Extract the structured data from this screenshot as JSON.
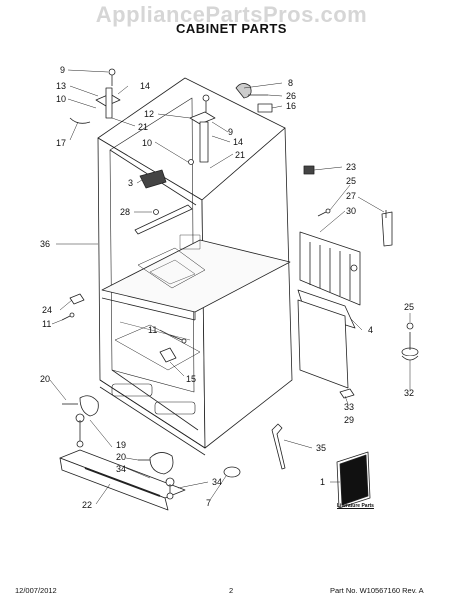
{
  "watermark": "AppliancePartsPros.com",
  "title": "CABINET PARTS",
  "literature_label": "Literature Parts",
  "footer": {
    "date": "12/007/2012",
    "page": "2",
    "part_no": "Part No.  W10567160  Rev. A"
  },
  "callouts": [
    "9",
    "13",
    "14",
    "10",
    "17",
    "21",
    "12",
    "9",
    "14",
    "10",
    "21",
    "8",
    "26",
    "16",
    "3",
    "28",
    "23",
    "25",
    "27",
    "30",
    "36",
    "24",
    "11",
    "4",
    "25",
    "11",
    "15",
    "20",
    "33",
    "29",
    "32",
    "19",
    "20",
    "34",
    "35",
    "34",
    "7",
    "1",
    "22"
  ]
}
